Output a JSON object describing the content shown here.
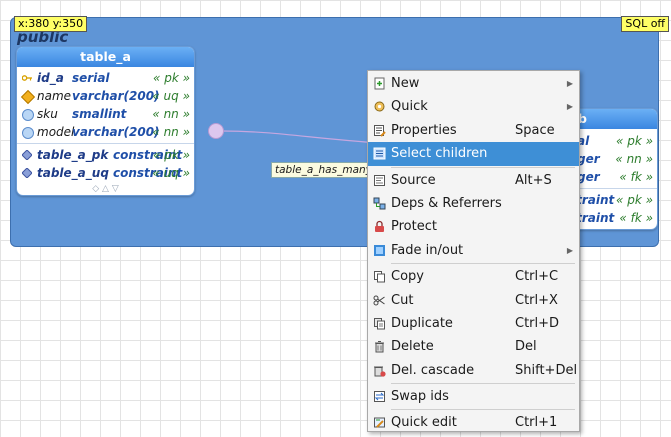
{
  "canvas": {
    "coord_readout": "x:380 y:350",
    "sql_toggle": "SQL off"
  },
  "schema": {
    "name": "public",
    "color": "#5f95d6"
  },
  "table_a": {
    "title": "table_a",
    "columns": [
      {
        "name": "id_a",
        "type": "serial",
        "constraint": "« pk »",
        "icon": "primary-key-icon"
      },
      {
        "name": "name",
        "type": "varchar(200)",
        "constraint": "« uq »",
        "icon": "unique-diamond-icon"
      },
      {
        "name": "sku",
        "type": "smallint",
        "constraint": "« nn »",
        "icon": "column-circle-icon"
      },
      {
        "name": "model",
        "type": "varchar(200)",
        "constraint": "« nn »",
        "icon": "column-circle-icon"
      }
    ],
    "constraints": [
      {
        "name": "table_a_pk",
        "type": "constraint",
        "constraint": "« pk »",
        "icon": "constraint-icon"
      },
      {
        "name": "table_a_uq",
        "type": "constraint",
        "constraint": "« uq »",
        "icon": "constraint-icon"
      }
    ]
  },
  "table_b": {
    "title": "b",
    "rows": [
      {
        "type": "al",
        "constraint": "« pk »"
      },
      {
        "type": "ger",
        "constraint": "« nn »"
      },
      {
        "type": "ger",
        "constraint": "« fk »"
      },
      {
        "type": "straint",
        "constraint": "« pk »"
      },
      {
        "type": "straint",
        "constraint": "« fk »"
      }
    ]
  },
  "relationship_label": "table_a_has_many_table_b",
  "context_menu": {
    "highlight_color": "#3e8fd6",
    "items": [
      {
        "label": "New",
        "shortcut": "",
        "submenu": true,
        "icon": "new-icon"
      },
      {
        "label": "Quick",
        "shortcut": "",
        "submenu": true,
        "icon": "quick-icon"
      },
      {
        "label": "Properties",
        "shortcut": "Space",
        "submenu": false,
        "icon": "properties-icon"
      },
      {
        "label": "Select children",
        "shortcut": "",
        "submenu": false,
        "icon": "select-children-icon",
        "highlighted": true
      },
      {
        "label": "Source",
        "shortcut": "Alt+S",
        "submenu": false,
        "icon": "source-icon"
      },
      {
        "label": "Deps & Referrers",
        "shortcut": "",
        "submenu": false,
        "icon": "deps-icon"
      },
      {
        "label": "Protect",
        "shortcut": "",
        "submenu": false,
        "icon": "lock-icon"
      },
      {
        "label": "Fade in/out",
        "shortcut": "",
        "submenu": true,
        "icon": "fade-icon"
      },
      {
        "label": "Copy",
        "shortcut": "Ctrl+C",
        "submenu": false,
        "icon": "copy-icon"
      },
      {
        "label": "Cut",
        "shortcut": "Ctrl+X",
        "submenu": false,
        "icon": "scissors-icon"
      },
      {
        "label": "Duplicate",
        "shortcut": "Ctrl+D",
        "submenu": false,
        "icon": "duplicate-icon"
      },
      {
        "label": "Delete",
        "shortcut": "Del",
        "submenu": false,
        "icon": "trash-icon"
      },
      {
        "label": "Del. cascade",
        "shortcut": "Shift+Del",
        "submenu": false,
        "icon": "delete-cascade-icon"
      },
      {
        "label": "Swap ids",
        "shortcut": "",
        "submenu": false,
        "icon": "swap-icon"
      },
      {
        "label": "Quick edit",
        "shortcut": "Ctrl+1",
        "submenu": false,
        "icon": "quick-edit-icon"
      }
    ]
  }
}
